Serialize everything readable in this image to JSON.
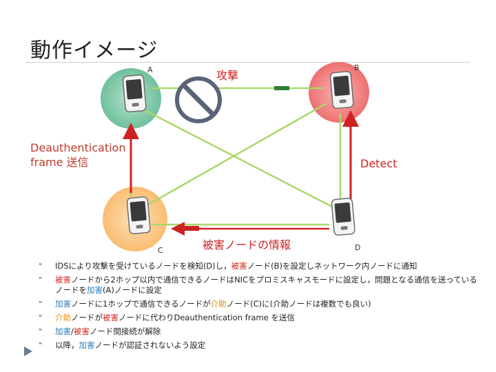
{
  "slide": {
    "title": "動作イメージ"
  },
  "diagram": {
    "labels": {
      "attack": "攻撃",
      "deauth": "Deauthentication\nframe 送信",
      "detect": "Detect",
      "victim_info": "被害ノードの情報"
    },
    "nodes": [
      {
        "id": "A",
        "letter": "A",
        "color": "#7fc9a8"
      },
      {
        "id": "B",
        "letter": "B",
        "color": "#f08282"
      },
      {
        "id": "C",
        "letter": "C",
        "color": "#fbc98a"
      },
      {
        "id": "D",
        "letter": "D",
        "color": "#ffffff"
      }
    ],
    "colors": {
      "link": "#a8d86a",
      "arrow_red": "#cc2222",
      "arrow_green": "#2e7d32",
      "prohibit": "#5a6478"
    }
  },
  "bullets": [
    {
      "parts": [
        {
          "text": "IDSにより攻撃を受けているノードを検知(D)し，",
          "style": ""
        },
        {
          "text": "被害",
          "style": "red"
        },
        {
          "text": "ノード(B)を設定しネットワーク内ノードに通知",
          "style": ""
        }
      ]
    },
    {
      "parts": [
        {
          "text": "被害",
          "style": "red"
        },
        {
          "text": "ノードから2ホップ以内で通信できるノードはNICをプロミスキャスモードに設定し，問題となる通信を送っているノードを",
          "style": ""
        },
        {
          "text": "加害",
          "style": "blue"
        },
        {
          "text": "(A)ノードに設定",
          "style": ""
        }
      ]
    },
    {
      "parts": [
        {
          "text": "加害",
          "style": "blue"
        },
        {
          "text": "ノードに1ホップで通信できるノードが",
          "style": ""
        },
        {
          "text": "介助",
          "style": "orange"
        },
        {
          "text": "ノード(C)に(介助ノードは複数でも良い)",
          "style": ""
        }
      ]
    },
    {
      "parts": [
        {
          "text": "介助",
          "style": "orange"
        },
        {
          "text": "ノードが",
          "style": ""
        },
        {
          "text": "被害",
          "style": "red"
        },
        {
          "text": "ノードに代わりDeauthentication frame を送信",
          "style": ""
        }
      ]
    },
    {
      "parts": [
        {
          "text": "加害",
          "style": "blue"
        },
        {
          "text": "/",
          "style": ""
        },
        {
          "text": "被害",
          "style": "red"
        },
        {
          "text": "ノード間接続が解除",
          "style": ""
        }
      ]
    },
    {
      "parts": [
        {
          "text": "以降，",
          "style": ""
        },
        {
          "text": "加害",
          "style": "blue"
        },
        {
          "text": "ノードが認証されないよう設定",
          "style": ""
        }
      ]
    }
  ]
}
